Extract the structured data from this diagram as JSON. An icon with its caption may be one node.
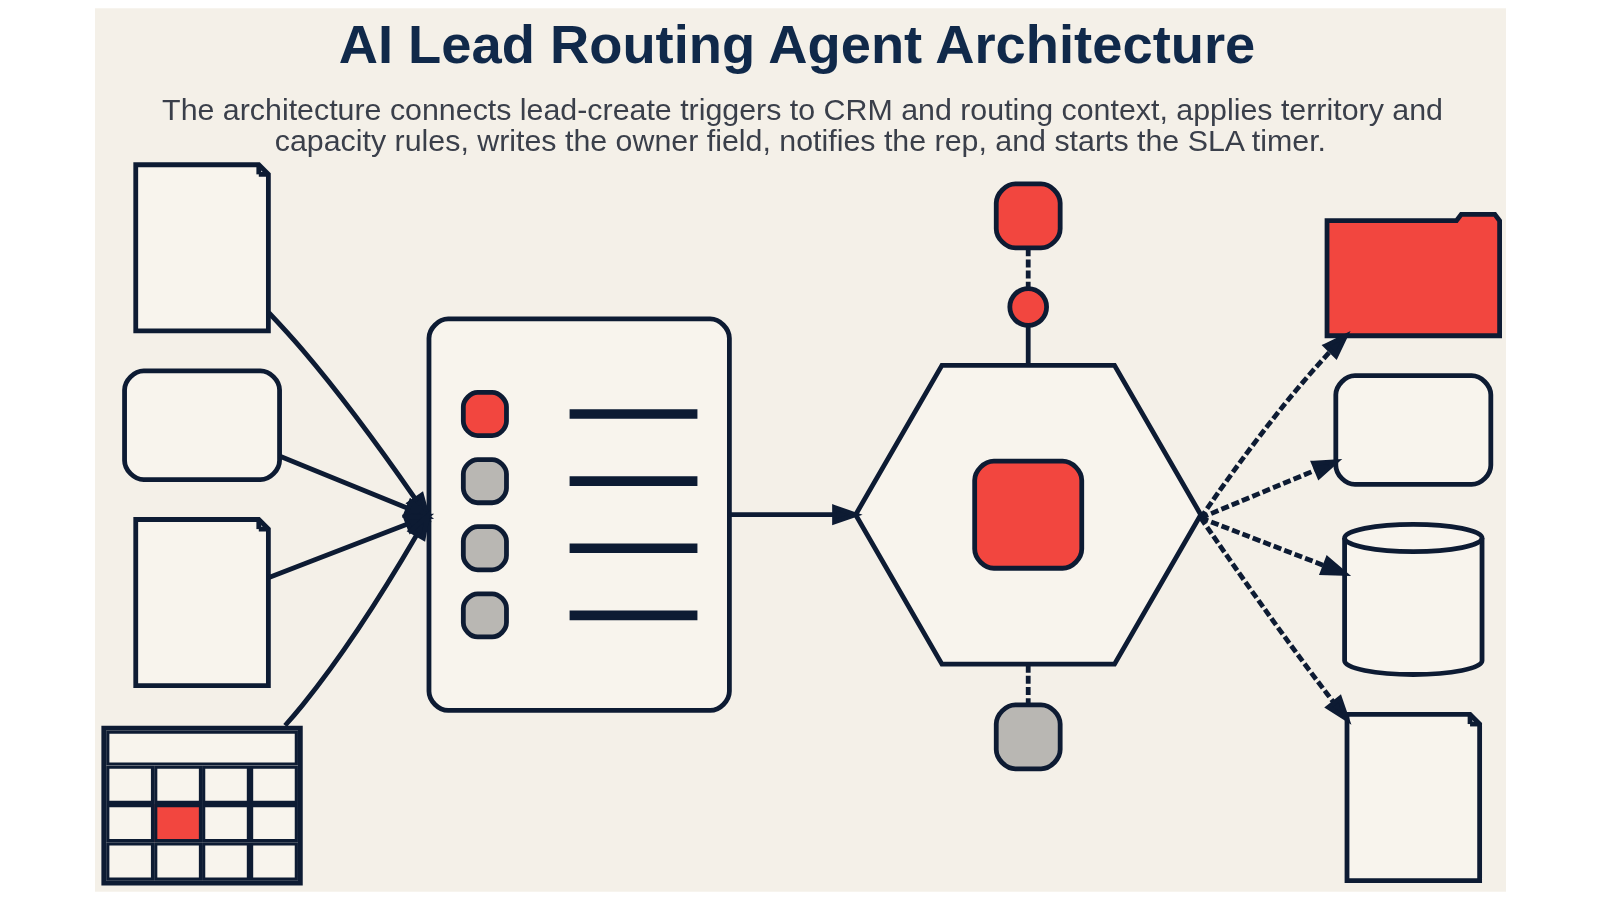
{
  "diagram": {
    "title": "AI Lead Routing Agent Architecture",
    "caption": "The architecture connects lead-create triggers to CRM and routing context, applies territory and capacity rules, writes the owner field, notifies the rep, and starts the SLA timer.",
    "nodes": [
      {
        "text": [],
        "shape": "document"
      },
      {
        "text": [],
        "shape": "envelope"
      },
      {
        "text": [],
        "shape": "document"
      },
      {
        "text": [],
        "shape": "calendar"
      },
      {
        "text": [],
        "shape": "clipboard"
      },
      {
        "text": [],
        "shape": "box"
      },
      {
        "text": [],
        "shape": "circle"
      },
      {
        "text": [],
        "shape": "hexagon"
      },
      {
        "text": [],
        "shape": "box"
      },
      {
        "text": [],
        "shape": "folder"
      },
      {
        "text": [],
        "shape": "envelope"
      },
      {
        "text": [],
        "shape": "cylinder"
      },
      {
        "text": [],
        "shape": "document"
      }
    ],
    "edges": [
      {
        "from": 0,
        "to": 4,
        "arrow": "to"
      },
      {
        "from": 1,
        "to": 4,
        "arrow": "to"
      },
      {
        "from": 2,
        "to": 4,
        "arrow": "to"
      },
      {
        "from": 3,
        "to": 4,
        "arrow": "to"
      },
      {
        "from": 4,
        "to": 7,
        "arrow": "to"
      },
      {
        "from": 5,
        "to": 6,
        "arrow": "none",
        "style": "dashed"
      },
      {
        "from": 6,
        "to": 7,
        "arrow": "none"
      },
      {
        "from": 7,
        "to": 8,
        "arrow": "none",
        "style": "dashed"
      },
      {
        "from": 7,
        "to": 9,
        "arrow": "to",
        "style": "dashed"
      },
      {
        "from": 7,
        "to": 10,
        "arrow": "to",
        "style": "dashed"
      },
      {
        "from": 7,
        "to": 11,
        "arrow": "to",
        "style": "dashed"
      },
      {
        "from": 7,
        "to": 12,
        "arrow": "to",
        "style": "dashed"
      }
    ]
  }
}
